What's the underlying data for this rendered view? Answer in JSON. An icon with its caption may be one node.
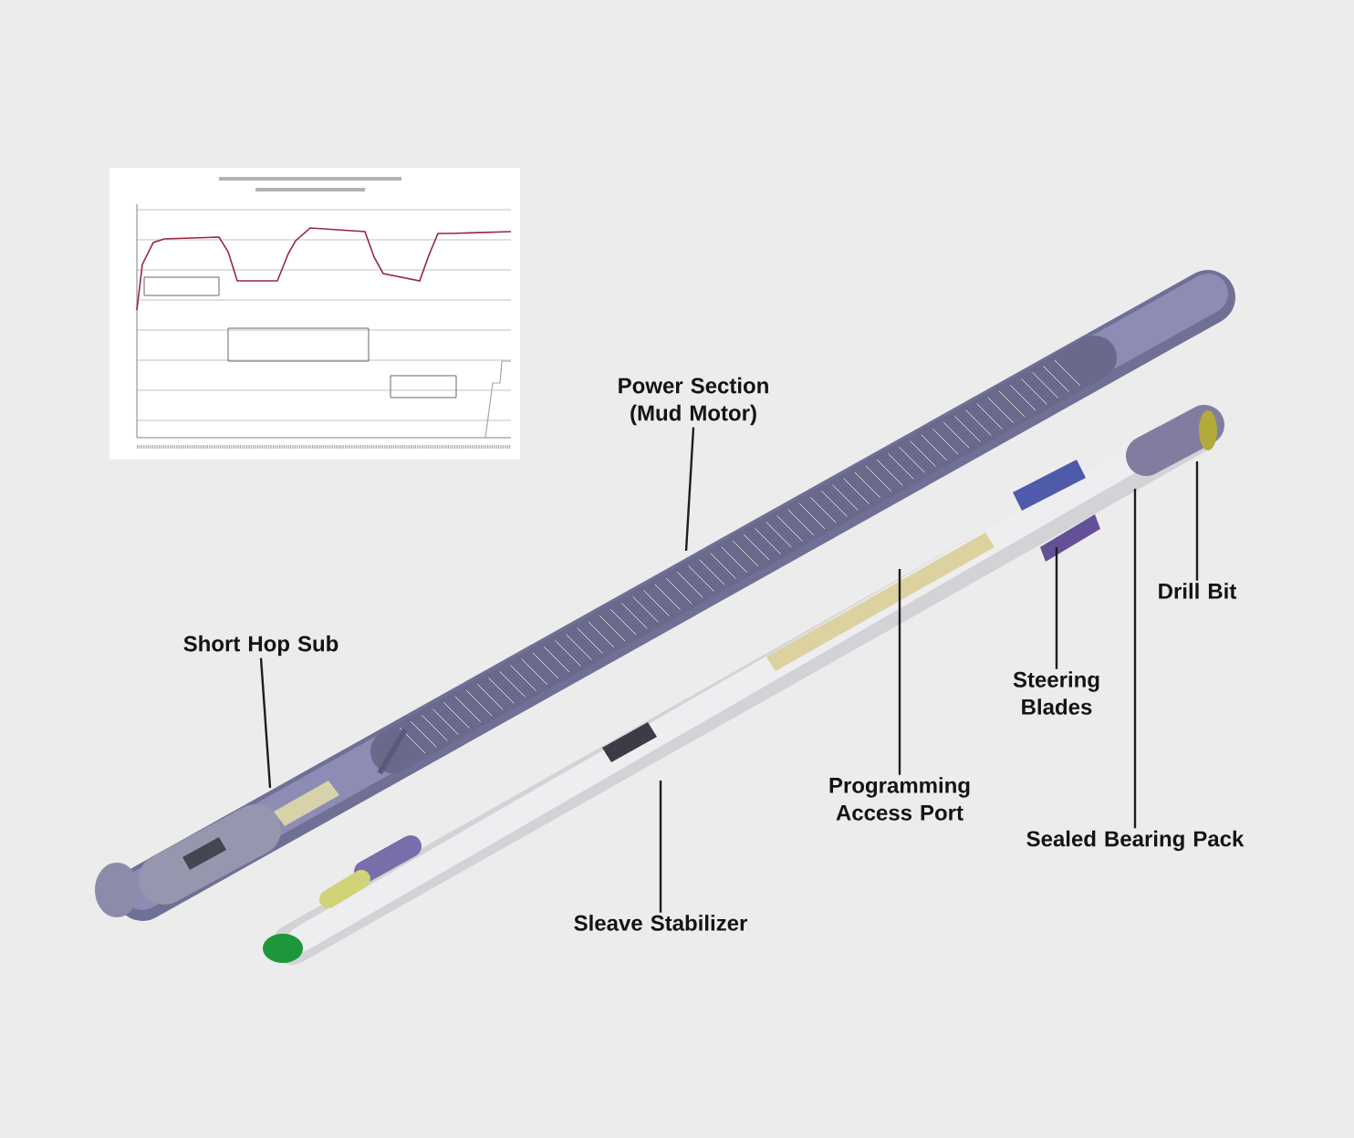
{
  "diagram": {
    "nodes": [
      {
        "text": [
          "Power Section (Mud Motor)"
        ]
      },
      {
        "text": [
          "Short Hop Sub"
        ]
      },
      {
        "text": [
          "Programming Access Port"
        ]
      },
      {
        "text": [
          "Steering Blades"
        ]
      },
      {
        "text": [
          "Drill Bit"
        ]
      },
      {
        "text": [
          "Sealed Bearing Pack"
        ]
      },
      {
        "text": [
          "Sleave Stabilizer"
        ]
      }
    ],
    "edges": [
      {
        "from": 0,
        "to": null,
        "arrow": "none"
      },
      {
        "from": 1,
        "to": null,
        "arrow": "none"
      },
      {
        "from": 2,
        "to": null,
        "arrow": "none"
      },
      {
        "from": 3,
        "to": null,
        "arrow": "none"
      },
      {
        "from": 4,
        "to": null,
        "arrow": "none"
      },
      {
        "from": 5,
        "to": null,
        "arrow": "none"
      },
      {
        "from": 6,
        "to": null,
        "arrow": "none"
      }
    ]
  }
}
